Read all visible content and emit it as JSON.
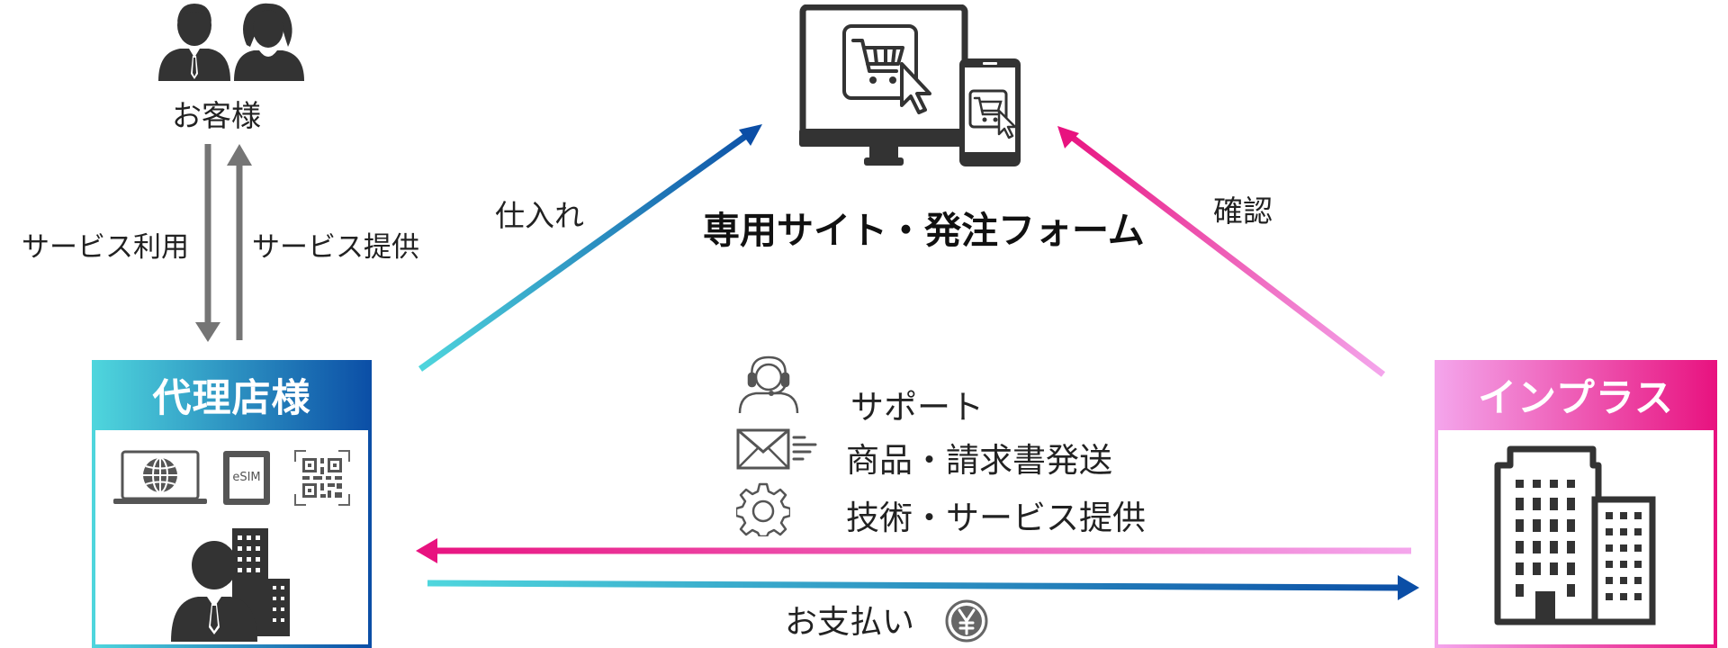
{
  "customer": {
    "label": "お客様",
    "left_arrow_label": "サービス利用",
    "right_arrow_label": "サービス提供"
  },
  "site": {
    "label": "専用サイト・発注フォーム"
  },
  "flows": {
    "purchase_label": "仕入れ",
    "confirm_label": "確認",
    "payment_label": "お支払い"
  },
  "agency": {
    "title": "代理店様",
    "esim_text": "eSIM"
  },
  "inplus": {
    "title": "インプラス"
  },
  "services": [
    {
      "label": "サポート",
      "icon": "headset-support-icon"
    },
    {
      "label": "商品・請求書発送",
      "icon": "mail-icon"
    },
    {
      "label": "技術・サービス提供",
      "icon": "gear-icon"
    }
  ],
  "colors": {
    "cyan": "#4fd6dd",
    "blue": "#0b4ea6",
    "pink": "#e8127f",
    "light_pink": "#f4a6ec",
    "gray_arrow": "#757575",
    "icon_dark": "#333333"
  }
}
